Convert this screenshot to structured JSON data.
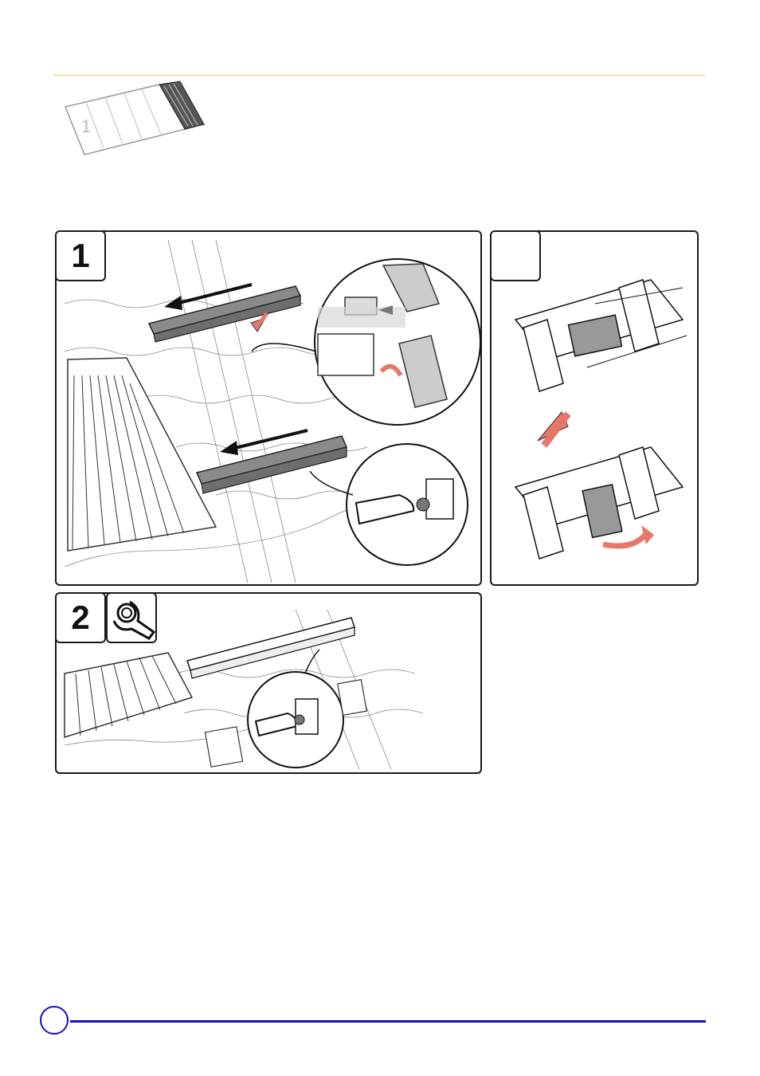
{
  "header": {
    "thumbnail_label": "1"
  },
  "steps": [
    {
      "number": "1"
    },
    {
      "number": ""
    },
    {
      "number": "2"
    }
  ],
  "icons": [
    "arrow-icon",
    "wrench-icon",
    "clamp-icon"
  ],
  "colors": {
    "accent_rule": "#f3c96b",
    "footer_rule": "#1010c8",
    "arrow_red": "#e8776b",
    "rail_gray": "#8a8a8a"
  }
}
